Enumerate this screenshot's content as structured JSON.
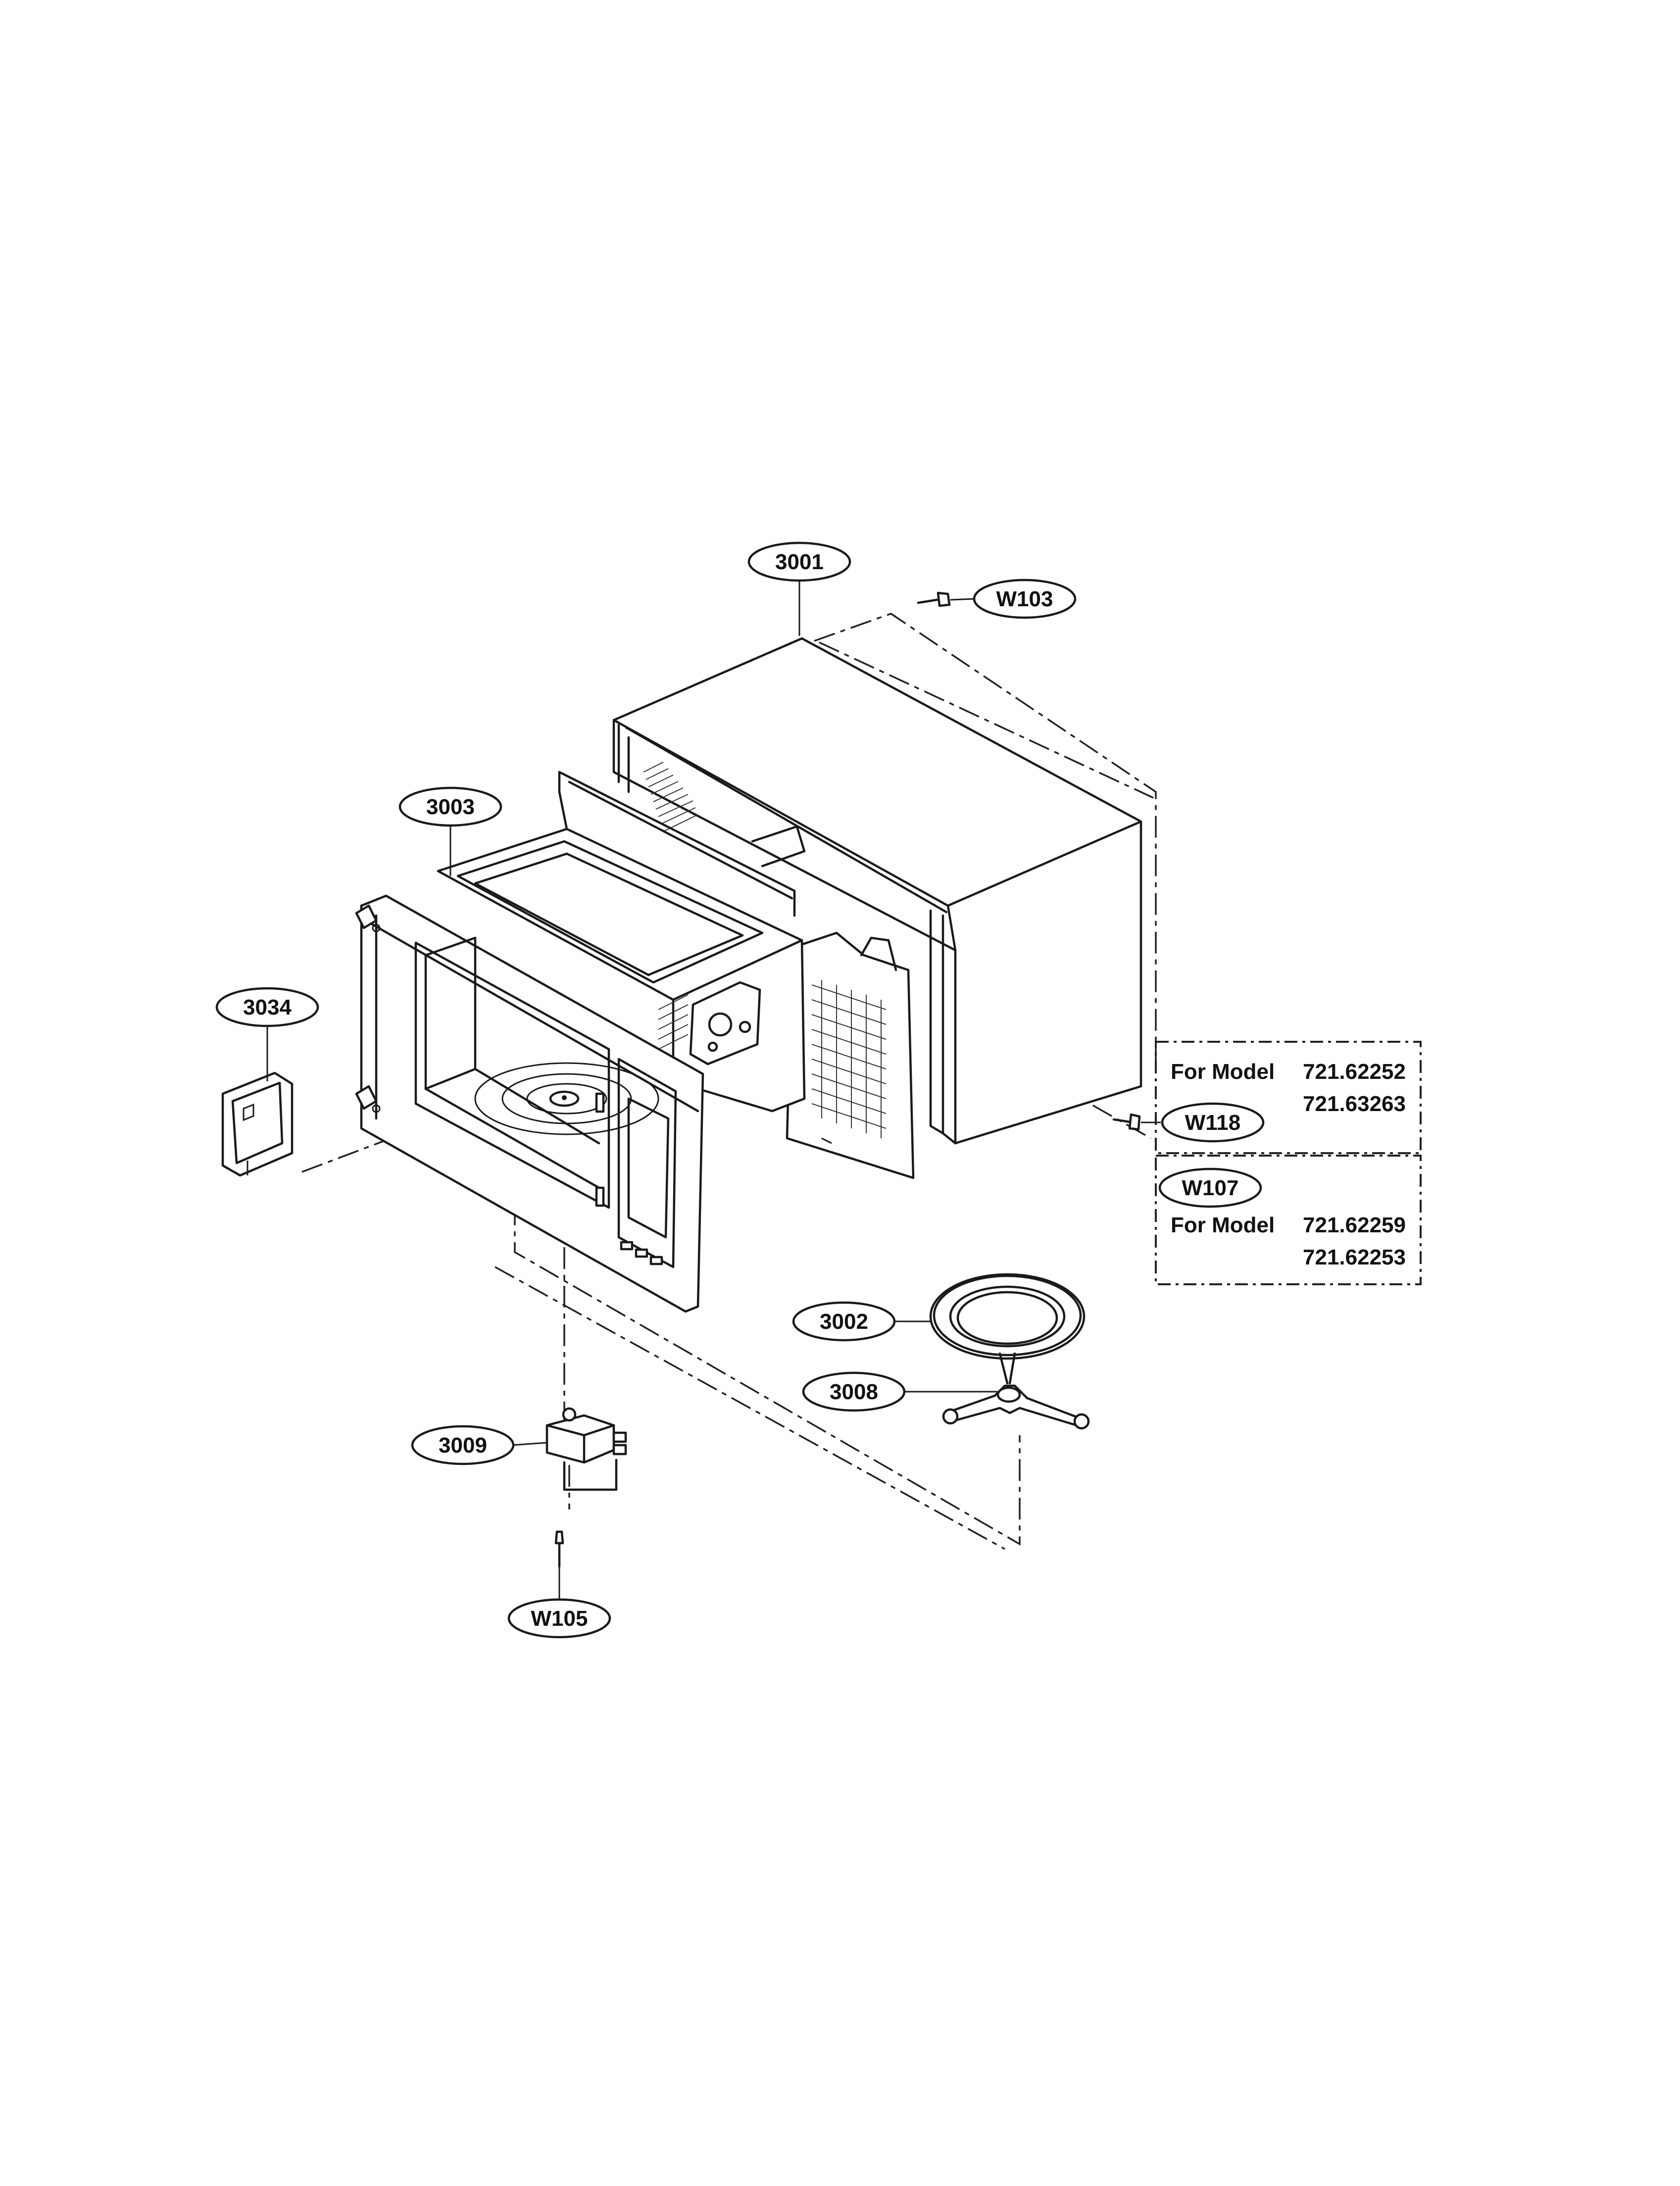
{
  "callouts": {
    "c3001": "3001",
    "cW103": "W103",
    "c3003": "3003",
    "c3034": "3034",
    "cW118": "W118",
    "cW107": "W107",
    "c3002": "3002",
    "c3008": "3008",
    "c3009": "3009",
    "cW105": "W105"
  },
  "notes": {
    "note1": {
      "prefix": "For Model",
      "model_a": "721.62252",
      "model_b": "721.63263"
    },
    "note2": {
      "prefix": "For Model",
      "model_a": "721.62259",
      "model_b": "721.62253"
    }
  }
}
